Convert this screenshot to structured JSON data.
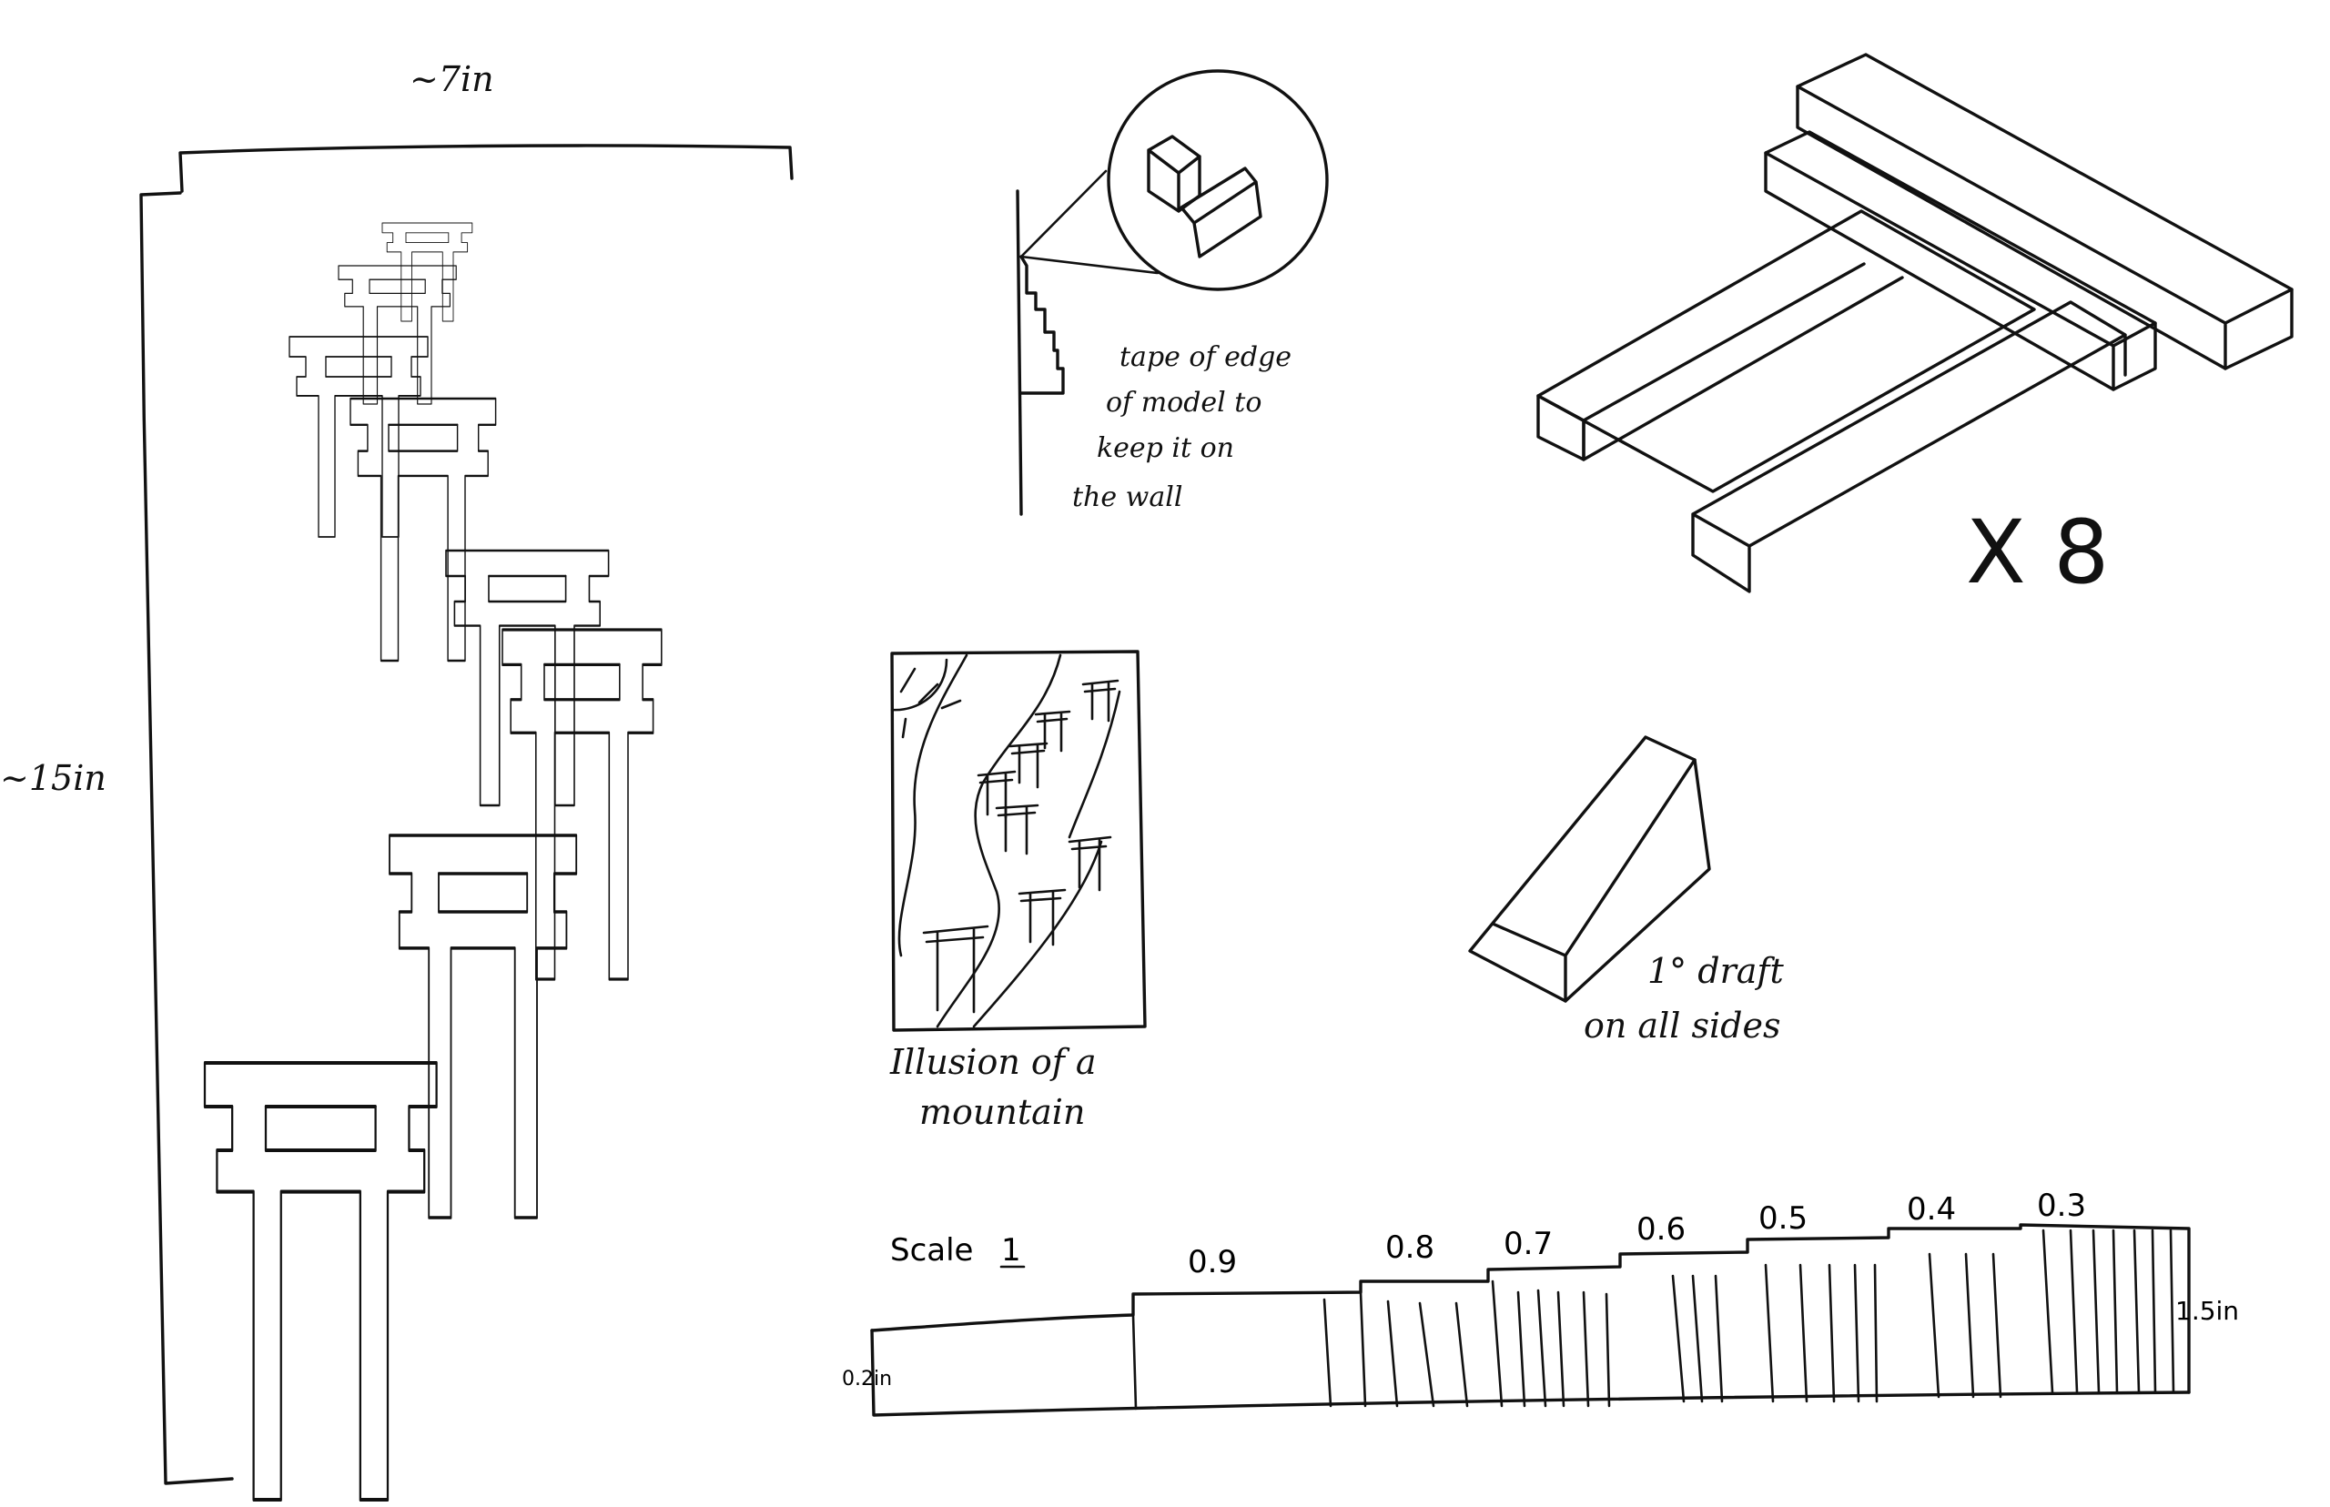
{
  "dimensions": {
    "width_label": "~7in",
    "height_label": "~15in"
  },
  "tape_note": {
    "lines": [
      "tape of edge",
      "of model to",
      "keep it on",
      "the wall"
    ]
  },
  "illusion_caption": {
    "lines": [
      "Illusion of a",
      "mountain"
    ]
  },
  "multiplier_label": "X 8",
  "draft_note": {
    "lines": [
      "1° draft",
      "on all sides"
    ]
  },
  "scale_strip": {
    "title": "Scale",
    "title_value": "1",
    "steps": [
      "0.9",
      "0.8",
      "0.7",
      "0.6",
      "0.5",
      "0.4",
      "0.3"
    ],
    "left_height_label": "0.2in",
    "right_height_label": "1.5in"
  }
}
